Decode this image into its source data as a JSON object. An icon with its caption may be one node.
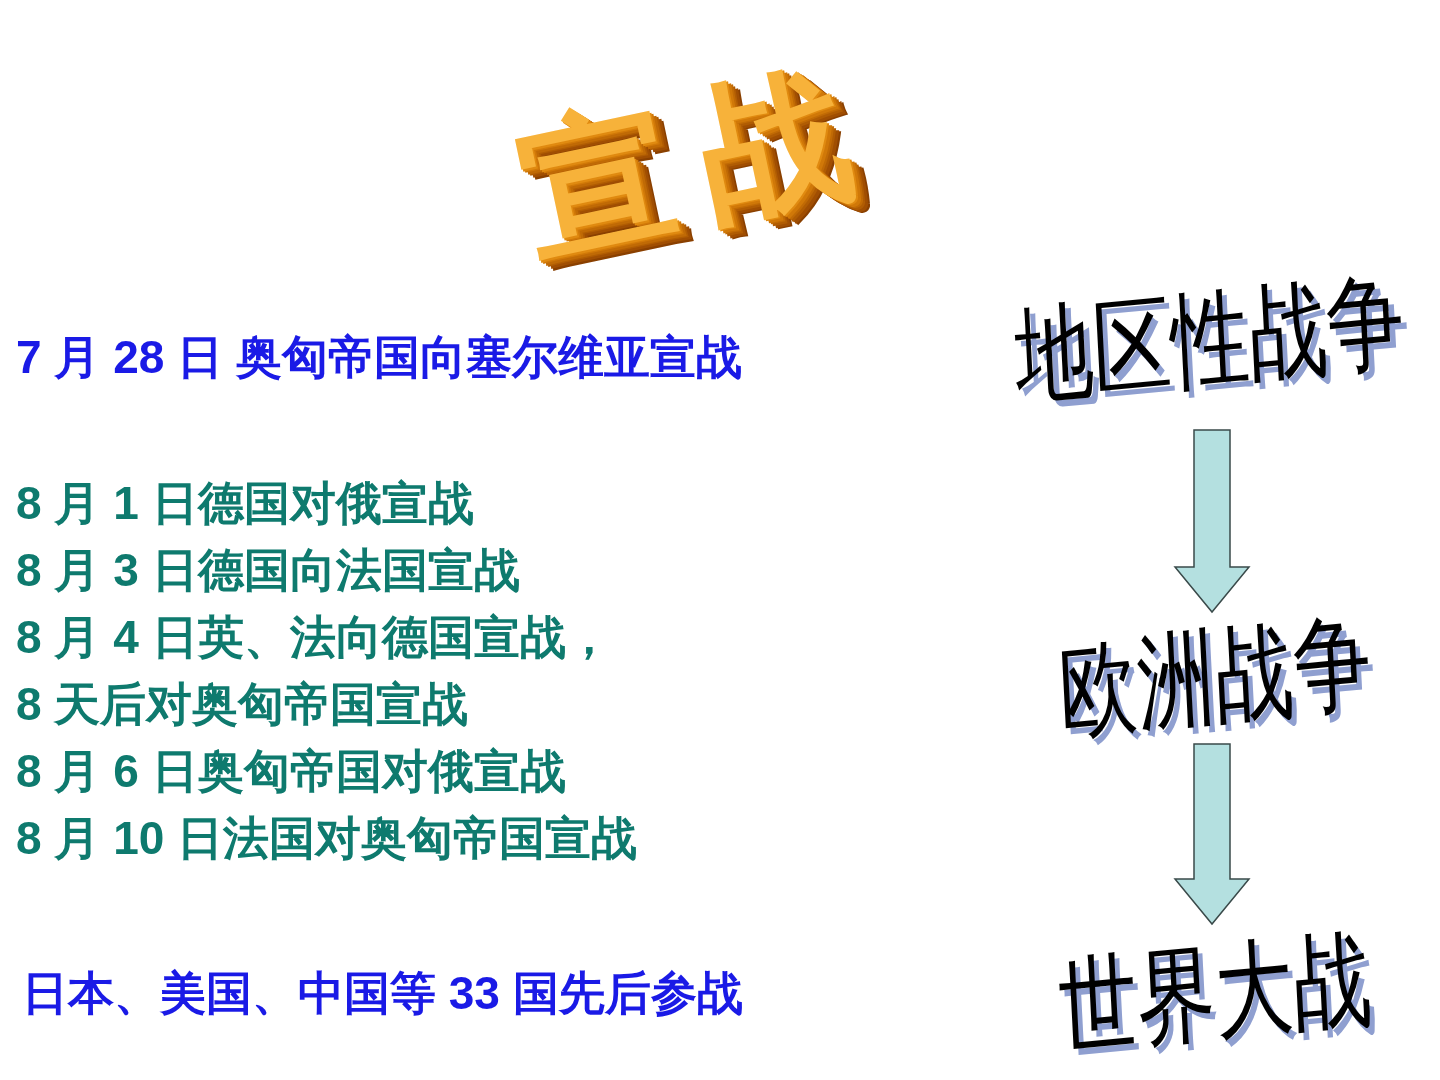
{
  "diagram": {
    "title": "宣战",
    "nodes": [
      {
        "text": [
          "地区性战争"
        ]
      },
      {
        "text": [
          "欧洲战争"
        ]
      },
      {
        "text": [
          "世界大战"
        ]
      }
    ],
    "edges": [
      {
        "from": 0,
        "to": 1,
        "arrow": "to"
      },
      {
        "from": 1,
        "to": 2,
        "arrow": "to"
      }
    ],
    "labels": [
      "7 月 28 日  奥匈帝国向塞尔维亚宣战",
      "8 月 1 日德国对俄宣战",
      "8 月 3 日德国向法国宣战",
      "8 月 4 日英、法向德国宣战，",
      "8 天后对奥匈帝国宣战",
      "8 月 6 日奥匈帝国对俄宣战",
      "8 月 10 日法国对奥匈帝国宣战",
      "日本、美国、中国等 33 国先后参战"
    ]
  }
}
